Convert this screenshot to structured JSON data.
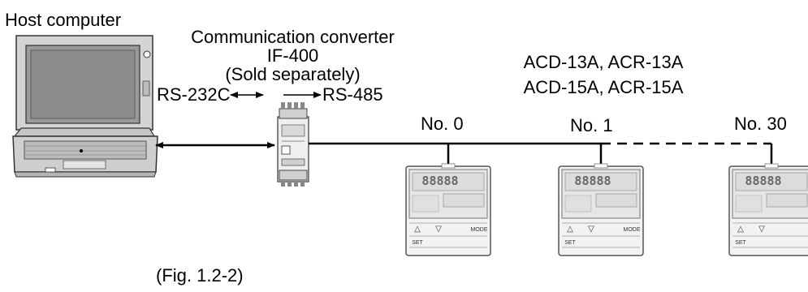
{
  "labels": {
    "host_computer": "Host computer",
    "converter_title": "Communication converter",
    "converter_model": "IF-400",
    "converter_note": "(Sold separately)",
    "rs232": "RS-232C",
    "rs485": "RS-485",
    "models_line1": "ACD-13A, ACR-13A",
    "models_line2": "ACD-15A, ACR-15A",
    "node_0": "No. 0",
    "node_1": "No. 1",
    "node_30": "No. 30",
    "caption": "(Fig. 1.2-2)"
  },
  "controller_face": {
    "segment_text": "88888",
    "set_key": "SET",
    "mode_key": "MODE",
    "up_key": "△",
    "down_key": "▽"
  }
}
